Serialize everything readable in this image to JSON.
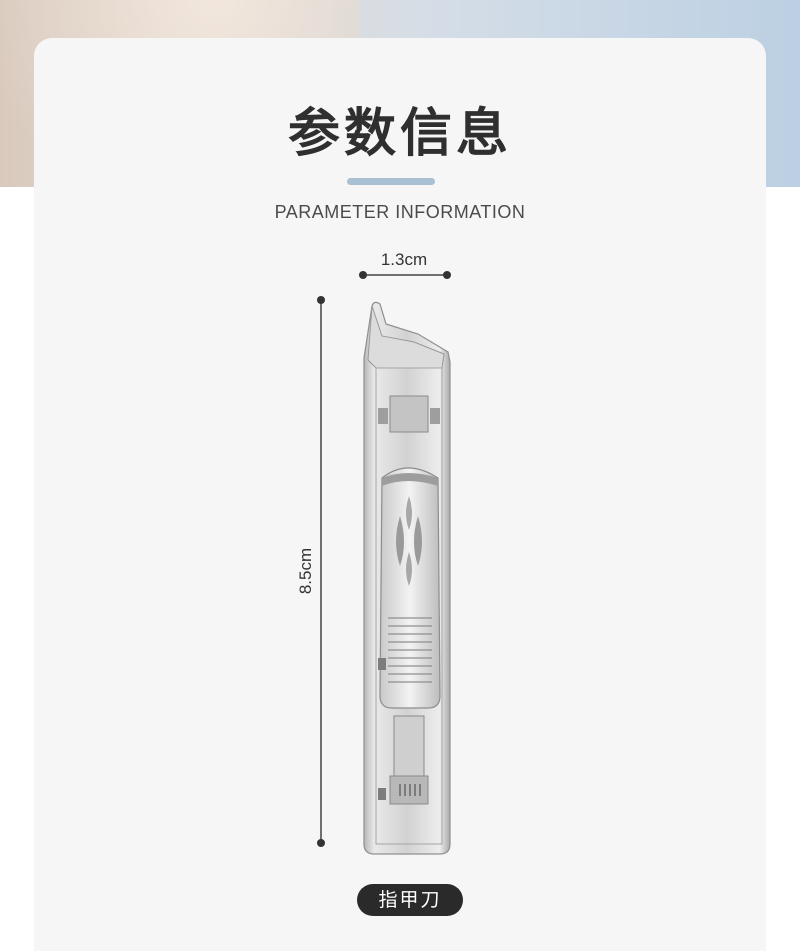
{
  "header": {
    "title": "参数信息",
    "subtitle": "PARAMETER INFORMATION"
  },
  "dimensions": {
    "width_label": "1.3cm",
    "height_label": "8.5cm"
  },
  "product": {
    "name": "指甲刀",
    "image_icon": "nail-clipper-icon"
  },
  "colors": {
    "accent_bar": "#a9bfd2",
    "badge_bg": "#2a2a2a",
    "card_bg": "#f6f6f6"
  }
}
